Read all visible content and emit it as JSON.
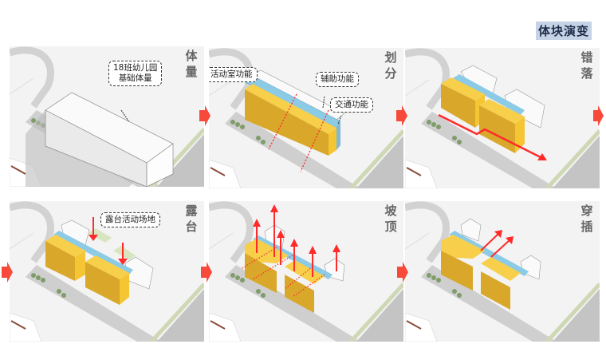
{
  "title": "体块演变",
  "panels": [
    {
      "label_1": "体",
      "label_2": "量",
      "callouts": [
        "18班幼儿园",
        "基础体量"
      ]
    },
    {
      "label_1": "划",
      "label_2": "分",
      "callouts": [
        "活动室功能",
        "辅助功能",
        "交通功能"
      ]
    },
    {
      "label_1": "错",
      "label_2": "落"
    },
    {
      "label_1": "露",
      "label_2": "台",
      "callouts": [
        "露台活动场地"
      ]
    },
    {
      "label_1": "坡",
      "label_2": "顶"
    },
    {
      "label_1": "穿",
      "label_2": "插"
    }
  ],
  "colors": {
    "accent_red": "#ff2a2a",
    "arrow_red": "#f74a3a",
    "mass_yellow": "#f5c533",
    "circulation_blue": "#8ccbe6",
    "title_bg": "#c6d3e6"
  }
}
